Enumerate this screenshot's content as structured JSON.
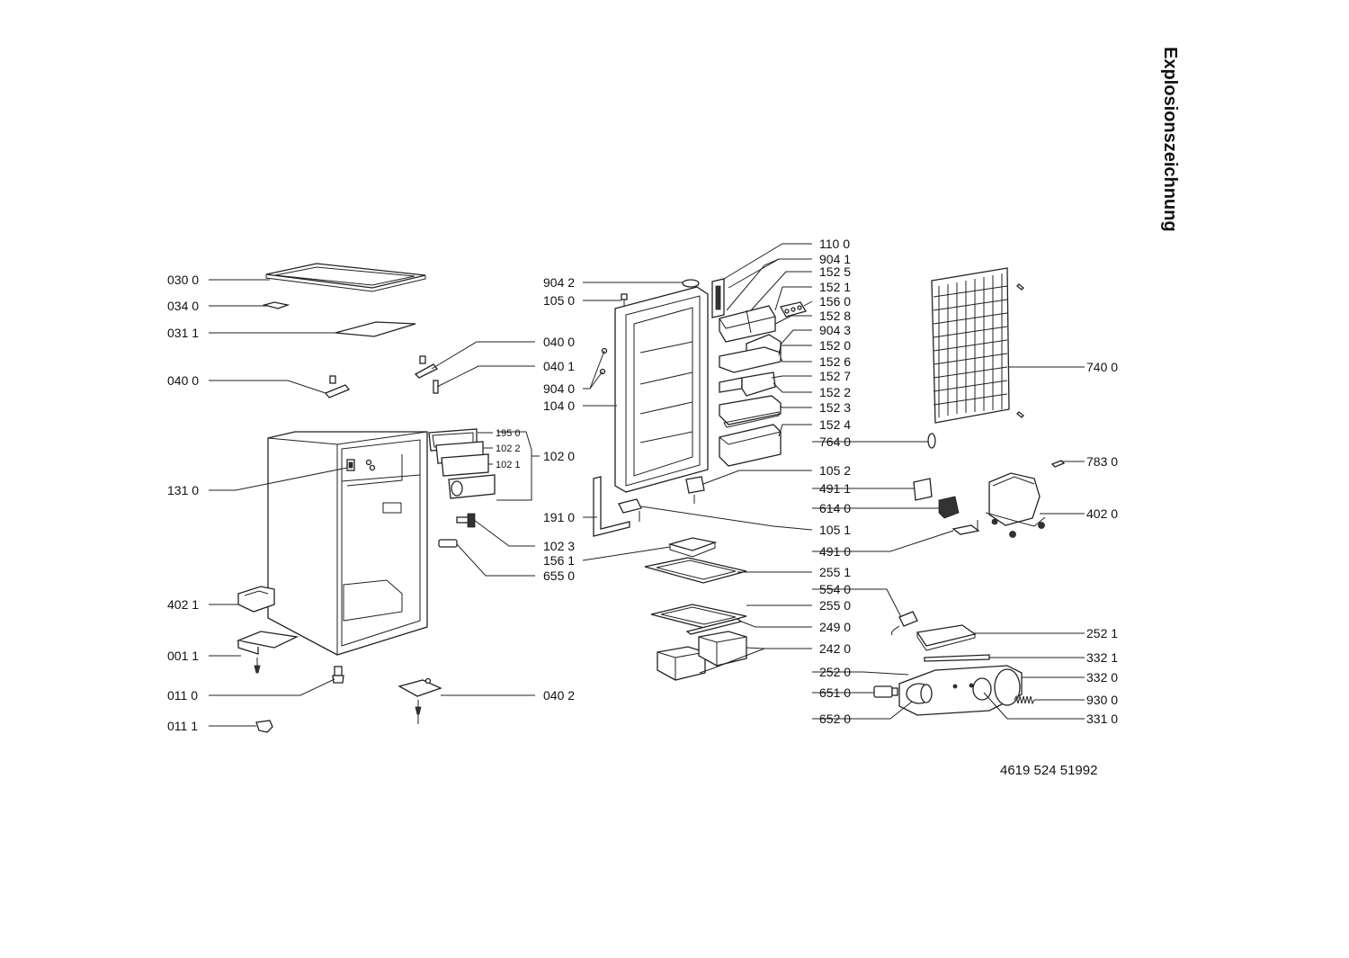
{
  "title": "Explosionszeichnung",
  "doc_number": "4619 524 51992",
  "labels": {
    "l0300": "030 0",
    "l0340": "034 0",
    "l0311": "031 1",
    "l0400a": "040 0",
    "l1310": "131 0",
    "l4021": "402 1",
    "l0011": "001 1",
    "l0110": "011 0",
    "l0111": "011 1",
    "l0400b": "040 0",
    "l0401": "040 1",
    "l1950": "195 0",
    "l1022": "102 2",
    "l1021": "102 1",
    "l1020": "102 0",
    "l1023": "102 3",
    "l6550": "655 0",
    "l0402": "040 2",
    "l9042": "904 2",
    "l1050": "105 0",
    "l9040": "904 0",
    "l1040": "104 0",
    "l1910": "191 0",
    "l1561": "156 1",
    "l1100": "110 0",
    "l9041": "904 1",
    "l1525": "152 5",
    "l1521": "152 1",
    "l1560": "156 0",
    "l1528": "152 8",
    "l9043": "904 3",
    "l1520": "152 0",
    "l1526": "152 6",
    "l1527": "152 7",
    "l1522": "152 2",
    "l1523": "152 3",
    "l1524": "152 4",
    "l7640": "764 0",
    "l1052": "105 2",
    "l4911": "491 1",
    "l6140": "614 0",
    "l1051": "105 1",
    "l4910": "491 0",
    "l2551": "255 1",
    "l5540": "554 0",
    "l2550": "255 0",
    "l2490": "249 0",
    "l2420": "242 0",
    "l2520": "252 0",
    "l6510": "651 0",
    "l6520": "652 0",
    "l7400": "740 0",
    "l7830": "783 0",
    "l4020": "402 0",
    "l2521": "252 1",
    "l3321": "332 1",
    "l3320": "332 0",
    "l9300": "930 0",
    "l3310": "331 0"
  }
}
